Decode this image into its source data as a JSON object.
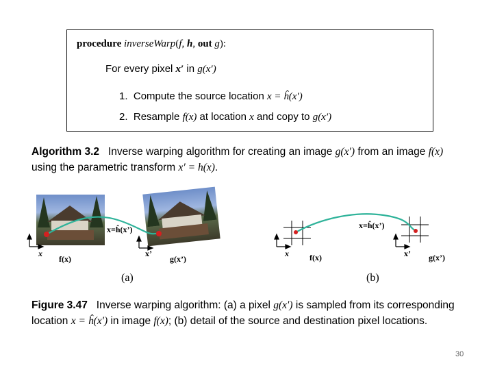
{
  "algorithm_box": {
    "procedure_keyword": "procedure",
    "procedure_name": "inverseWarp",
    "open_paren": "(",
    "arg_f": "f",
    "comma1": ", ",
    "arg_h": "h",
    "comma2": ", ",
    "out_keyword": "out",
    "arg_g": "g",
    "close": "):",
    "loop_prefix": "For every pixel ",
    "loop_var": "x′",
    "loop_in": " in ",
    "loop_target": "g(x′)",
    "step1_num": "1.",
    "step1_text": "Compute the source location ",
    "step1_math": "x = ĥ(x′)",
    "step2_num": "2.",
    "step2_text_a": "Resample ",
    "step2_math_a": "f(x)",
    "step2_text_b": " at location ",
    "step2_math_b": "x",
    "step2_text_c": " and copy to ",
    "step2_math_c": "g(x′)"
  },
  "algorithm_caption": {
    "label": "Algorithm 3.2",
    "line1_text": "Inverse warping algorithm for creating an image ",
    "line1_math_a": "g(x′)",
    "line1_mid": " from an image ",
    "line1_math_b": "f(x)",
    "line2_text": "using the parametric transform ",
    "line2_math": "x′ = h(x)",
    "line2_end": "."
  },
  "figure_a": {
    "label_x_hat": "x=ĥ(x’)",
    "label_x": "x",
    "label_fx": "f(x)",
    "label_xp": "x’",
    "label_gxp": "g(x’)",
    "panel_label": "(a)"
  },
  "figure_b": {
    "label_x_hat": "x=ĥ(x’)",
    "label_x": "x",
    "label_fx": "f(x)",
    "label_xp": "x’",
    "label_gxp": "g(x’)",
    "panel_label": "(b)"
  },
  "figure_caption": {
    "label": "Figure 3.47",
    "line1_text": "Inverse warping algorithm: (a) a pixel ",
    "line1_math": "g(x′)",
    "line1_end": " is sampled from its corresponding",
    "line2_text_a": "location ",
    "line2_math_a": "x = ĥ(x′)",
    "line2_text_b": " in image ",
    "line2_math_b": "f(x)",
    "line2_end": "; (b) detail of the source and destination pixel locations."
  },
  "page_number": "30",
  "colors": {
    "curve": "#2fb39a",
    "dot": "#d42020",
    "grid": "#000000"
  }
}
